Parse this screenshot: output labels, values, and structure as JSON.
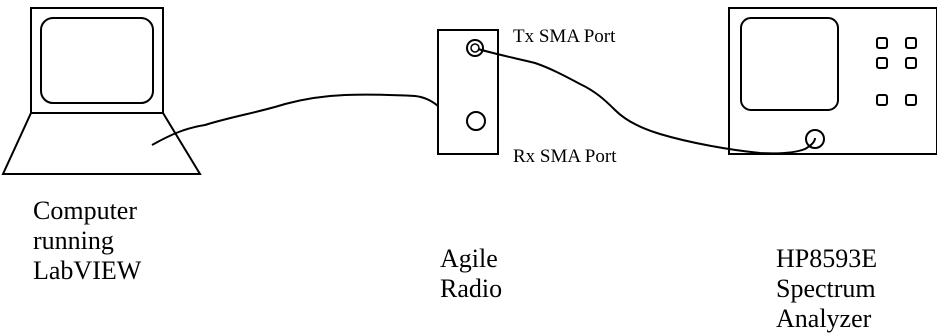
{
  "computer": {
    "label_lines": [
      "Computer",
      "running",
      "LabVIEW"
    ]
  },
  "radio": {
    "label_lines": [
      "Agile",
      "Radio"
    ],
    "tx_port_label": "Tx SMA Port",
    "rx_port_label": "Rx SMA Port"
  },
  "analyzer": {
    "label_lines": [
      "HP8593E",
      "Spectrum",
      "Analyzer"
    ]
  }
}
